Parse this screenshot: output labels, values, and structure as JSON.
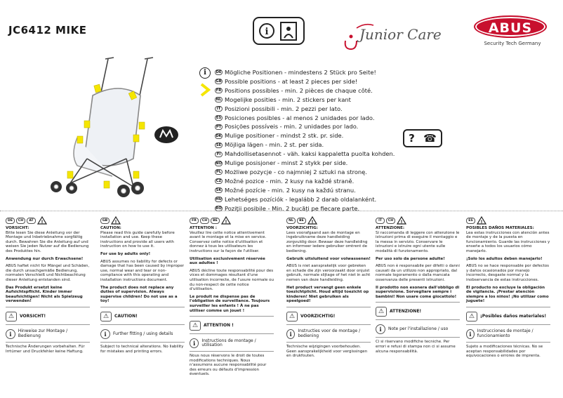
{
  "header": {
    "model": "JC6412 MIKE",
    "brand_junior": "Junior Care",
    "brand_abus": "ABUS",
    "brand_abus_sub": "Security Tech Germany"
  },
  "positions": [
    {
      "code": "DE",
      "text": "Mögliche Positionen - mindestens 2 Stück pro Seite!"
    },
    {
      "code": "GB",
      "text": "Possible positions - at least 2 pieces per side!"
    },
    {
      "code": "FR",
      "text": "Positions possibles - min. 2 pièces de chaque côté."
    },
    {
      "code": "NL",
      "text": "Mogelijke posities - min. 2 stickers per kant"
    },
    {
      "code": "IT",
      "text": "Posizioni possibili - min. 2 pezzi per lato."
    },
    {
      "code": "ES",
      "text": "Posiciones posibles - al menos 2 unidades por lado."
    },
    {
      "code": "PT",
      "text": "Posições possíveis - min. 2 unidades por lado."
    },
    {
      "code": "DK",
      "text": "Mulige positioner - mindst 2 stk. pr. side."
    },
    {
      "code": "SE",
      "text": "Möjliga lägen - min. 2 st. per sida."
    },
    {
      "code": "FI",
      "text": "Mahdollisetasennot - väh. kaksi kappaletta puolta kohden."
    },
    {
      "code": "NO",
      "text": "Mulige posisjoner - minst 2 stykk per side."
    },
    {
      "code": "PL",
      "text": "Możliwe pozycje - co najmniej 2 sztuki na stronę."
    },
    {
      "code": "CZ",
      "text": "Možné pozice - min. 2 kusy na každé straně."
    },
    {
      "code": "SK",
      "text": "Možné pozície - min. 2 kusy na každú stranu."
    },
    {
      "code": "HU",
      "text": "Lehetséges pozíciók - legalább 2 darab oldalanként."
    },
    {
      "code": "RO",
      "text": "Poziţii posibile - Min. 2 bucăţi pe fiecare parte."
    }
  ],
  "phone_box": {
    "q": "?",
    "tel": "☎"
  },
  "columns": [
    {
      "flags": [
        "DE",
        "CH",
        "AT"
      ],
      "title": "VORSICHT:",
      "p1": "Bitte lesen Sie diese Anleitung vor der Montage und Inbetriebnahme sorgfältig durch. Bewahren Sie die Anleitung auf und weisen Sie jeden Nutzer auf die Bedienung des Produktes hin.",
      "h2": "Anwendung nur durch Erwachsene!",
      "p2": "ABUS haftet nicht für Mängel und Schäden, die durch unsachgemäße Bedienung, normalen Verschleiß und Nichtbeachtung dieser Anleitung entstanden sind.",
      "p3": "Das Produkt ersetzt keine Aufsichtspflicht. Kinder immer beaufsichtigen! Nicht als Spielzeug verwenden!",
      "warn_label": "VORSICHT!",
      "info": "Hinweise zur Montage / Bedienung",
      "foot": "Technische Änderungen vorbehalten. Für Irrtümer und Druckfehler keine Haftung."
    },
    {
      "flags": [
        "GB"
      ],
      "title": "CAUTION:",
      "p1": "Please read this guide carefully before installation and use. Keep these instructions and provide all users with instruction on how to use it.",
      "h2": "For use by adults only!",
      "p2": "ABUS assumes no liability for defects or damage that has been caused by improper use, normal wear and tear or non-compliance with this operating and installation instructions document.",
      "p3": "The product does not replace any duties of supervision. Always supervise children! Do not use as a toy!",
      "warn_label": "CAUTION!",
      "info": "Further fitting / using details",
      "foot": "Subject to technical alterations. No liability for mistakes and printing errors."
    },
    {
      "flags": [
        "FR",
        "CH",
        "BE"
      ],
      "title": "ATTENTION :",
      "p1": "Veuillez lire cette notice attentivement avant le montage et la mise en service. Conservez cette notice d'utilisation et donnez à tous les utilisateurs les instructions sur la façon de l'utiliser.",
      "h2": "Utilisation exclusivement réservée aux adultes !",
      "p2": "ABUS décline toute responsabilité pour des vices et dommages résultant d'une utilisation incorrecte, de l'usure normale ou du non-respect de cette notice d'utilisation.",
      "p3": "Le produit ne dispense pas de l'obligation de surveillance. Toujours surveiller les enfants ! À ne pas utiliser comme un jouet !",
      "warn_label": "ATTENTION !",
      "info": "Instructions de montage / utilisation",
      "foot": "Nous nous réservons le droit de toutes modifications techniques. Nous n'assumons aucune responsabilité pour des erreurs ou défauts d'impression éventuels."
    },
    {
      "flags": [
        "NL",
        "BE"
      ],
      "title": "VOORZICHTIG:",
      "p1": "Lees voorafgaand aan de montage en ingebruikname deze handleiding zorgvuldig door. Bewaar deze handleiding en informeer iedere gebruiker omtrent de bediening.",
      "h2": "Gebruik uitsluitend voor volwassenen!",
      "p2": "ABUS is niet aansprakelijk voor gebreken en schade die zijn veroorzaakt door onjuist gebruik, normale slijtage of het niet in acht nemen van deze handleiding.",
      "p3": "Het product vervangt geen enkele toezichtplicht. Houd altijd toezicht op kinderen! Niet gebruiken als speelgoed!",
      "warn_label": "VOORZICHTIG!",
      "info": "Instructies voor de montage / bediening",
      "foot": "Technische wijzigingen voorbehouden. Geen aansprakelijkheid voor vergissingen en drukfouten."
    },
    {
      "flags": [
        "IT",
        "CH"
      ],
      "title": "ATTENZIONE:",
      "p1": "Si raccomanda di leggere con attenzione le istruzioni prima di eseguire il montaggio e la messa in servizio. Conservare le istruzioni e istruire ogni utente sulle modalità di funzionamento.",
      "h2": "Per uso solo da persone adulte!",
      "p2": "ABUS non è responsabile per difetti o danni causati da un utilizzo non appropriato, dal normale logoramento o dalla mancata osservanza delle presenti istruzioni.",
      "p3": "Il prodotto non esonera dall'obbligo di supervisione. Sorvegliare sempre i bambini! Non usare come giocattolo!",
      "warn_label": "ATTENZIONE!",
      "info": "Note per l'installazione / uso",
      "foot": "Ci si riservano modifiche tecniche. Per errori e refusi di stampa non ci si assume alcuna responsabilità."
    },
    {
      "flags": [
        "ES"
      ],
      "title": "POSIBLES DAÑOS MATERIALES:",
      "p1": "Lea estas instrucciones con atención antes de montaje y de la puesta en funcionamiento. Guarde las instrucciones y enseñe a todos los usuarios cómo manejarlo.",
      "h2": "¡Solo los adultos deben manejarlo!",
      "p2": "ABUS no se hace responsable por defectos y daños ocasionados por manejo incorrecto, desgaste normal y la inobservancia de estas instrucciones.",
      "p3": "El producto no excluye la obligación de vigilancia. ¡Prestar atención siempre a los niños! ¡No utilizar como juguete!",
      "warn_label": "¡Posibles daños materiales!",
      "info": "Instrucciones de montaje / funcionamiento",
      "foot": "Sujeto a modificaciones técnicas. No se aceptan responsabilidades por equivocaciones o errores de imprenta."
    }
  ]
}
